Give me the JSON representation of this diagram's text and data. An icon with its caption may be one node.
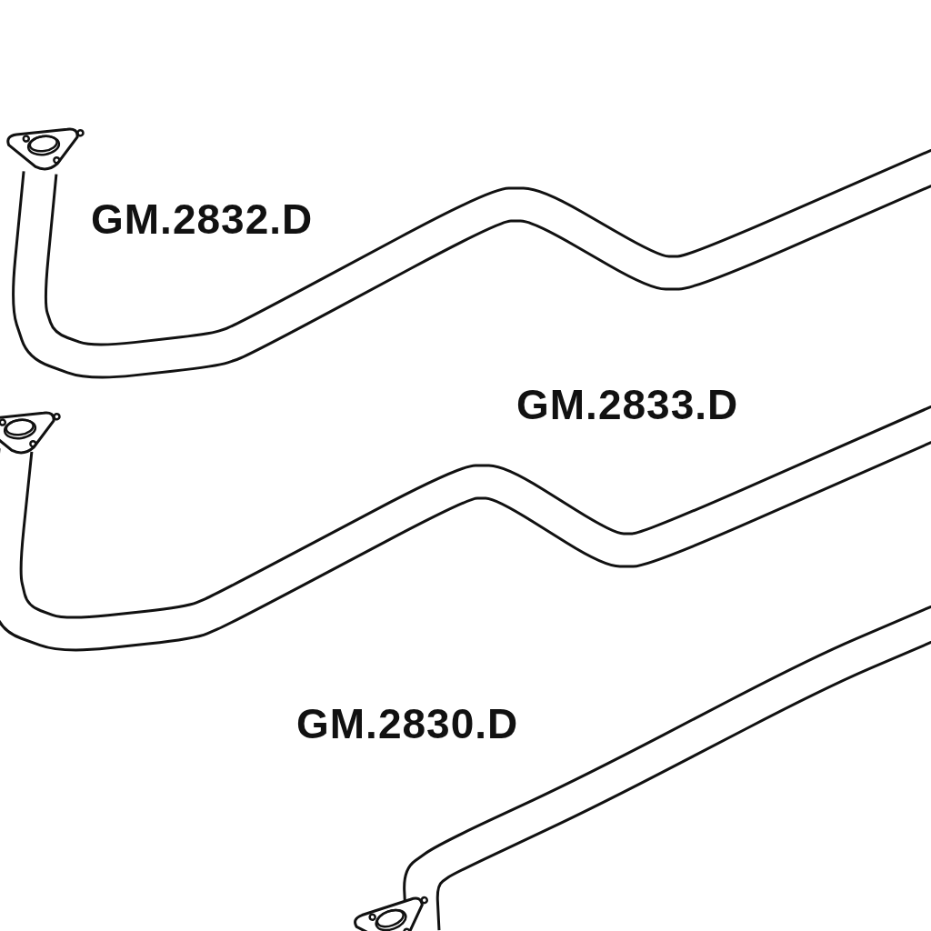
{
  "diagram": {
    "labels": [
      "GM.2832.D",
      "GM.2833.D",
      "GM.2830.D"
    ]
  }
}
